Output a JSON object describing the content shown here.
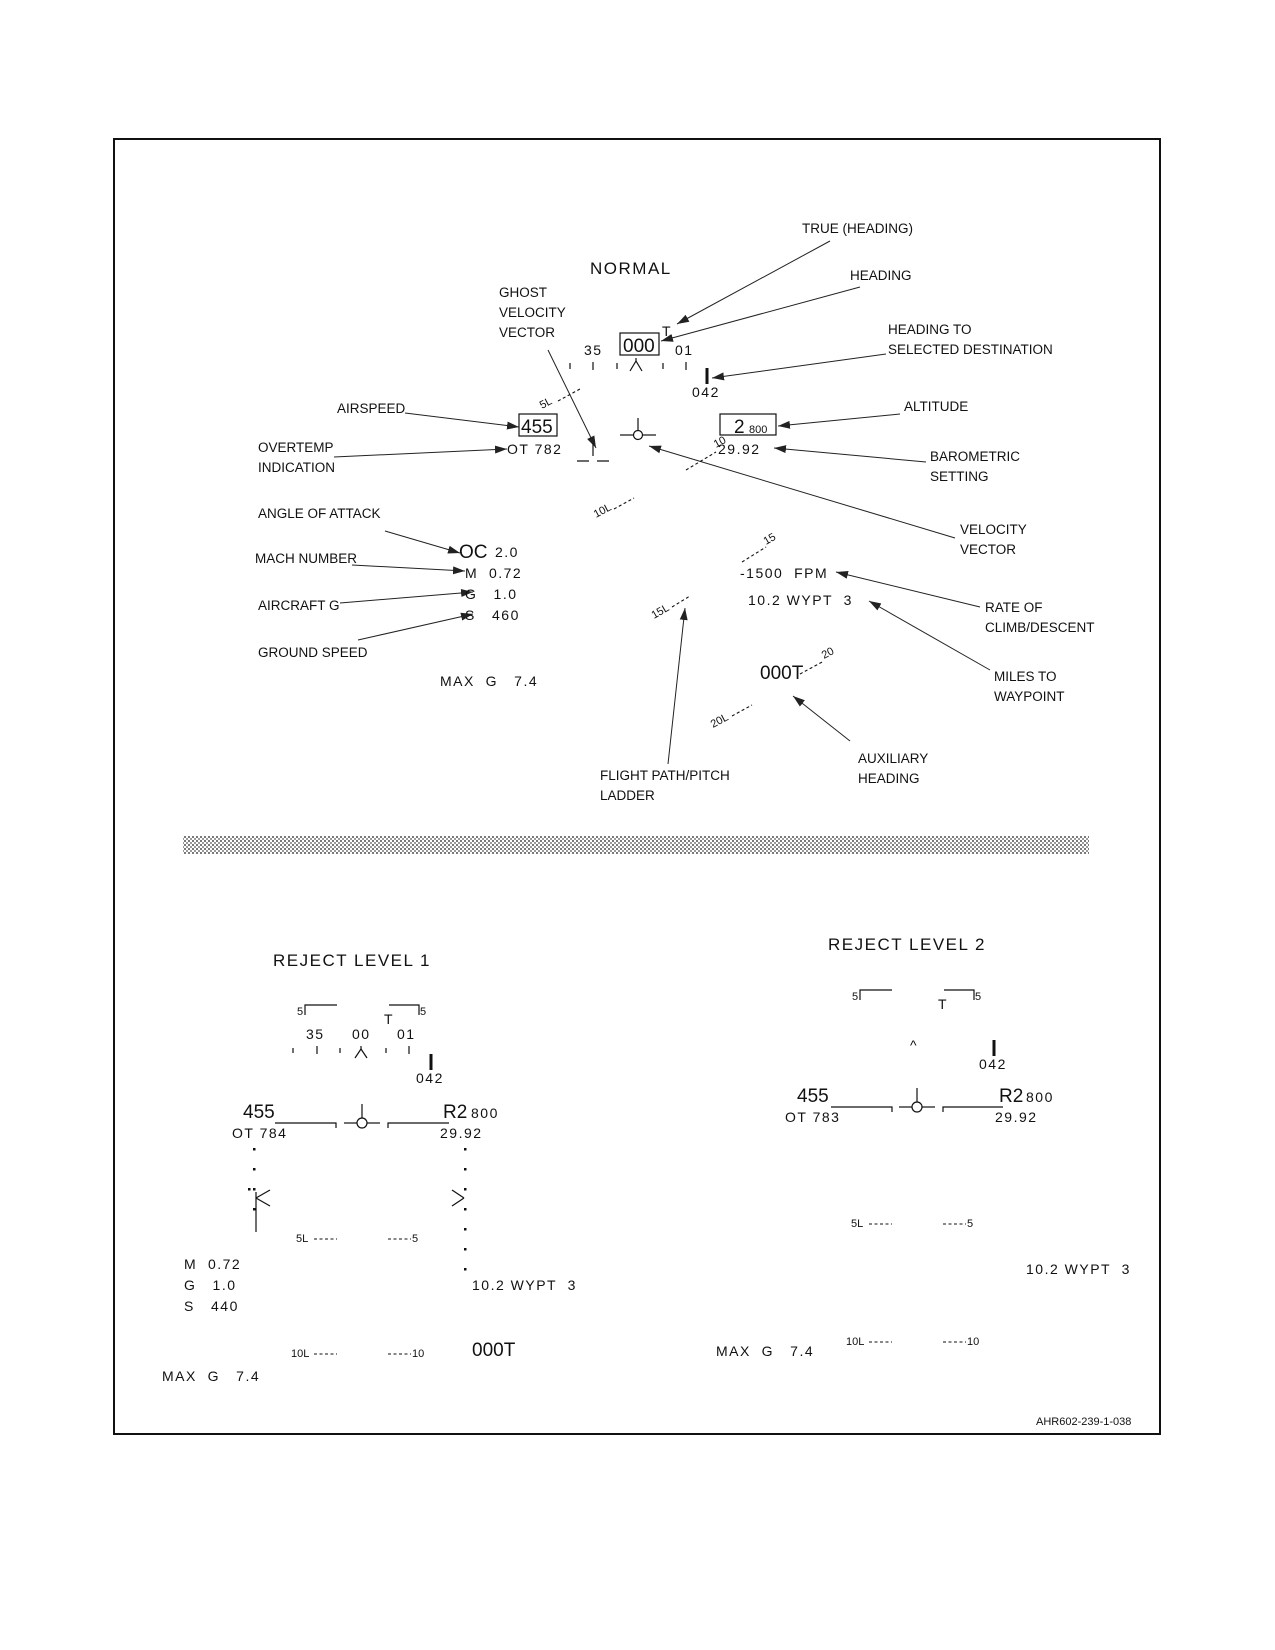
{
  "normal": {
    "title": "NORMAL",
    "callouts": {
      "true_heading": "TRUE (HEADING)",
      "heading": "HEADING",
      "heading_to_dest_1": "HEADING TO",
      "heading_to_dest_2": "SELECTED DESTINATION",
      "ghost_1": "GHOST",
      "ghost_2": "VELOCITY",
      "ghost_3": "VECTOR",
      "airspeed": "AIRSPEED",
      "altitude": "ALTITUDE",
      "overtemp_1": "OVERTEMP",
      "overtemp_2": "INDICATION",
      "baro_1": "BAROMETRIC",
      "baro_2": "SETTING",
      "aoa": "ANGLE OF ATTACK",
      "velocity_1": "VELOCITY",
      "velocity_2": "VECTOR",
      "mach": "MACH NUMBER",
      "aircraft_g": "AIRCRAFT G",
      "ground_speed": "GROUND SPEED",
      "roc_1": "RATE OF",
      "roc_2": "CLIMB/DESCENT",
      "miles_1": "MILES TO",
      "miles_2": "WAYPOINT",
      "fpl_1": "FLIGHT PATH/PITCH",
      "fpl_2": "LADDER",
      "aux_1": "AUXILIARY",
      "aux_2": "HEADING"
    },
    "hud": {
      "heading_box": "000",
      "true_marker": "T",
      "heading_left": "35",
      "heading_right": "01",
      "dest_heading": "042",
      "airspeed": "455",
      "overtemp": "OT 782",
      "altitude_big": "2",
      "altitude_small": "800",
      "baro": "29.92",
      "aoa_symbol": "OC",
      "aoa_value": "2.0",
      "mach": "M  0.72",
      "g": "G   1.0",
      "ground_speed": "S   460",
      "max_g": "MAX  G   7.4",
      "roc": "-1500  FPM",
      "waypoint": "10.2 WYPT  3",
      "aux_heading": "000T",
      "ladder_5l": "5L",
      "ladder_10l": "10L",
      "ladder_10r": "10",
      "ladder_15l": "15L",
      "ladder_15r": "15",
      "ladder_20l": "20L",
      "ladder_20r": "20"
    }
  },
  "reject1": {
    "title": "REJECT  LEVEL  1",
    "ladder_5l": "5",
    "ladder_5r": "5",
    "true_marker": "T",
    "heading_left": "35",
    "heading_center": "00",
    "heading_right": "01",
    "dest_heading": "042",
    "airspeed": "455",
    "overtemp": "OT 784",
    "altitude_big": "R2",
    "altitude_small": "800",
    "baro": "29.92",
    "mach": "M  0.72",
    "g": "G   1.0",
    "ground_speed": "S   440",
    "waypoint": "10.2 WYPT  3",
    "aux_heading": "000T",
    "max_g": "MAX  G   7.4",
    "pl_5l": "5L",
    "pl_5r": "5",
    "pl_10l": "10L",
    "pl_10r": "10"
  },
  "reject2": {
    "title": "REJECT  LEVEL  2",
    "ladder_5l": "5",
    "ladder_5r": "5",
    "true_marker": "T",
    "caret": "^",
    "dest_heading": "042",
    "airspeed": "455",
    "overtemp": "OT 783",
    "altitude_big": "R2",
    "altitude_small": "800",
    "baro": "29.92",
    "waypoint": "10.2 WYPT  3",
    "max_g": "MAX  G   7.4",
    "pl_5l": "5L",
    "pl_5r": "5",
    "pl_10l": "10L",
    "pl_10r": "10"
  },
  "figure_id": "AHR602-239-1-038"
}
